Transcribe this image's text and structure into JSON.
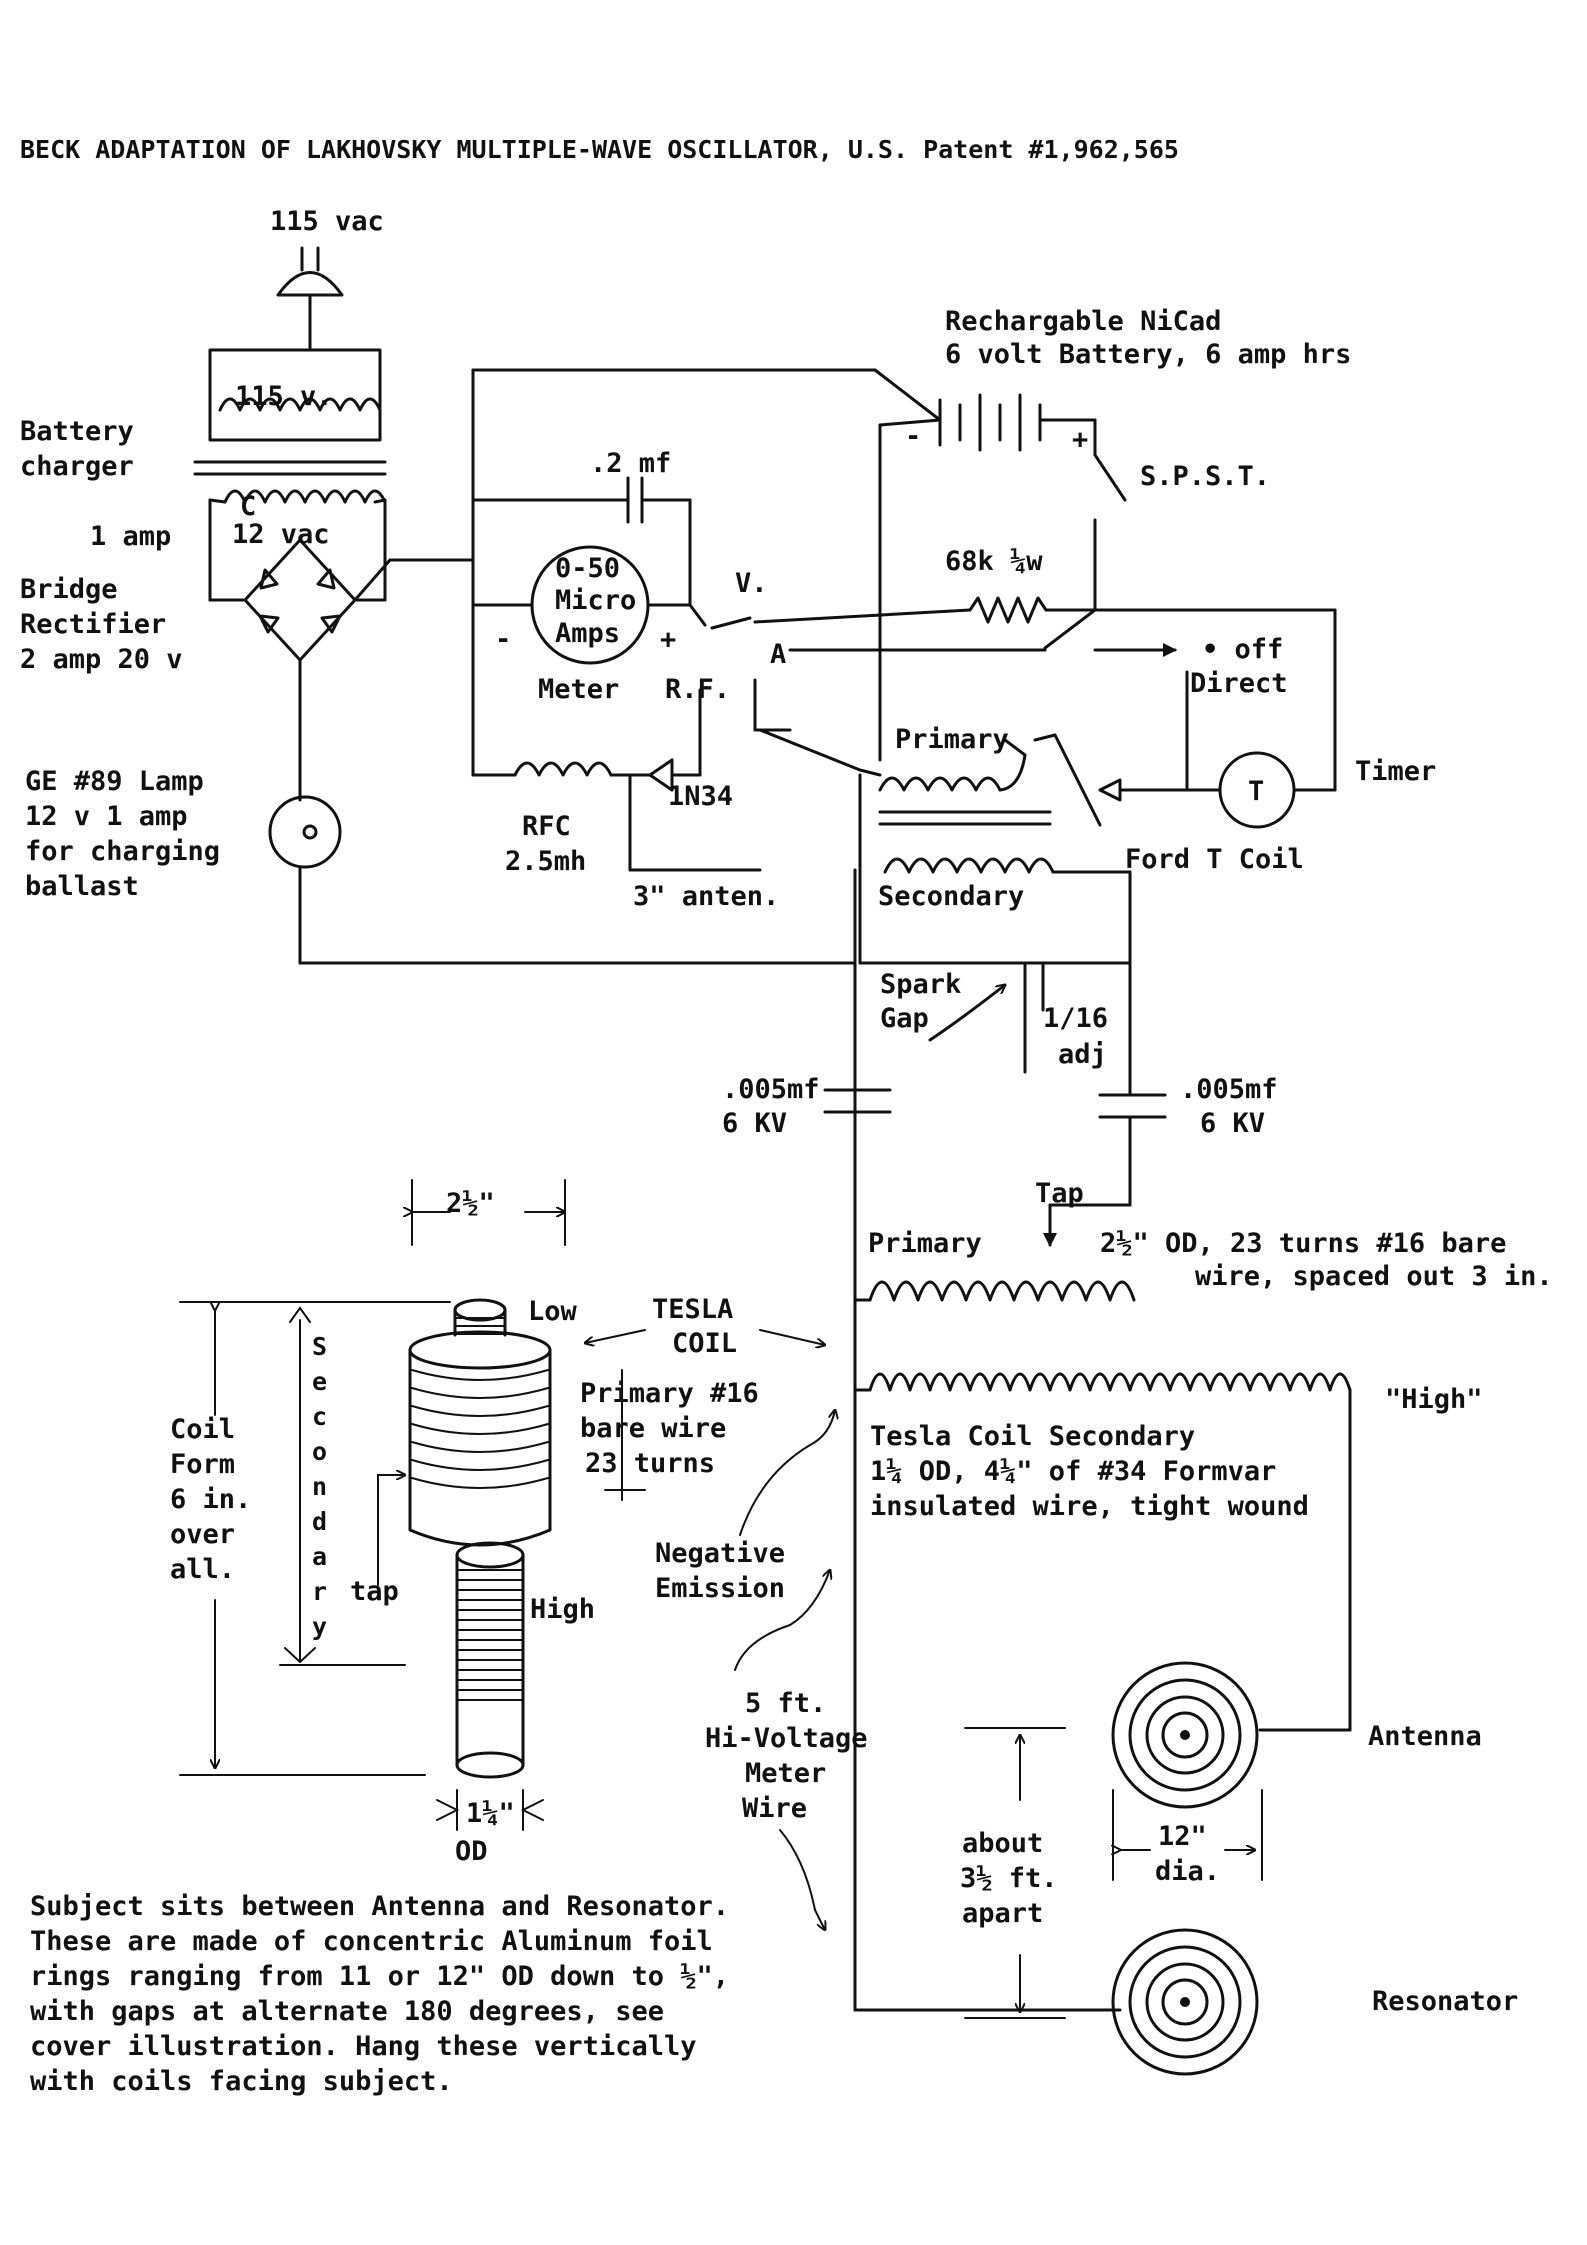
{
  "title": "BECK ADAPTATION OF LAKHOVSKY MULTIPLE-WAVE OSCILLATOR, U.S. Patent #1,962,565",
  "power": {
    "input": "115 vac",
    "primary": "115 v.",
    "secondary": "12 vac",
    "c_mark": "C"
  },
  "charger": {
    "line1": "Battery",
    "line2": "charger",
    "amp": "1 amp"
  },
  "rectifier": {
    "line1": "Bridge",
    "line2": "Rectifier",
    "line3": "2 amp 20 v"
  },
  "lamp": {
    "line1": "GE #89 Lamp",
    "line2": "12 v  1 amp",
    "line3": "for charging",
    "line4": "ballast"
  },
  "capacitor_small": ".2 mf",
  "meter": {
    "line1": "0-50",
    "line2": "Micro",
    "line3": "Amps",
    "minus": "-",
    "plus": "+",
    "label": "Meter",
    "rf": "R.F."
  },
  "switch_labels": {
    "v": "V.",
    "a": "A"
  },
  "rfc": {
    "line1": "RFC",
    "line2": "2.5mh"
  },
  "diode": "1N34",
  "antenna_short": "3\" anten.",
  "battery": {
    "line1": "Rechargable NiCad",
    "line2": "6 volt Battery, 6 amp hrs",
    "minus": "-",
    "plus": "+"
  },
  "spst": "S.P.S.T.",
  "resistor": "68k ¼w",
  "selector": {
    "off": "• off",
    "direct": "Direct"
  },
  "timer": {
    "label": "Timer",
    "symbol": "T"
  },
  "ford_coil": {
    "primary": "Primary",
    "secondary": "Secondary",
    "label": "Ford T Coil"
  },
  "spark_gap": {
    "line1": "Spark",
    "line2": "Gap",
    "adj1": "1/16",
    "adj2": "adj"
  },
  "cap_left": {
    "line1": ".005mf",
    "line2": "6 KV"
  },
  "cap_right": {
    "line1": ".005mf",
    "line2": "6 KV"
  },
  "tap": "Tap",
  "tesla_primary": {
    "label": "Primary",
    "spec1": "2½\" OD, 23 turns #16 bare",
    "spec2": "wire, spaced out 3 in."
  },
  "tesla_secondary": {
    "high": "\"High\"",
    "line1": "Tesla Coil Secondary",
    "line2": "1¼ OD, 4¼\" of #34 Formvar",
    "line3": "insulated wire, tight wound"
  },
  "coil_drawing": {
    "width": "2½\"",
    "low": "Low",
    "tesla1": "TESLA",
    "tesla2": "COIL",
    "primary1": "Primary #16",
    "primary2": "bare wire",
    "primary3": "23 turns",
    "form": [
      "Coil",
      "Form",
      "6 in.",
      "over",
      "all."
    ],
    "secondary_vertical": [
      "S",
      "e",
      "c",
      "o",
      "n",
      "d",
      "a",
      "r",
      "y"
    ],
    "tap": "tap",
    "high": "High",
    "od_size": "1¼\"",
    "od": "OD"
  },
  "negative_emission": {
    "line1": "Negative",
    "line2": "Emission"
  },
  "meter_wire": {
    "line1": "5 ft.",
    "line2": "Hi-Voltage",
    "line3": "Meter",
    "line4": "Wire"
  },
  "antenna": "Antenna",
  "resonator": "Resonator",
  "spacing": {
    "line1": "about",
    "line2": "3½ ft.",
    "line3": "apart"
  },
  "diameter": {
    "line1": "12\"",
    "line2": "dia."
  },
  "notes": [
    "Subject sits between Antenna and Resonator.",
    "These are made of concentric Aluminum foil",
    "rings ranging from 11 or 12\" OD down to ½\",",
    "with gaps at alternate 180 degrees,   see",
    "cover illustration.  Hang these vertically",
    "with coils facing subject."
  ]
}
